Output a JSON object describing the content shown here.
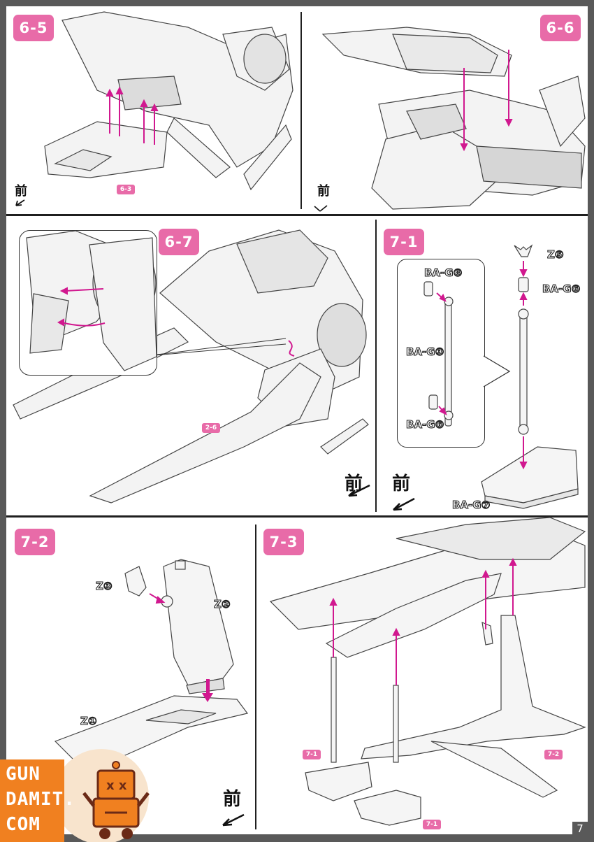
{
  "page": {
    "number": "7"
  },
  "colors": {
    "accent": "#e86ba8",
    "arrow": "#d1188f",
    "line": "#1f1f1f"
  },
  "front_label": "前",
  "steps": {
    "s6_5": {
      "label": "6-5",
      "ref": "6-3"
    },
    "s6_6": {
      "label": "6-6"
    },
    "s6_7": {
      "label": "6-7",
      "ref": "2-6"
    },
    "s7_1": {
      "label": "7-1",
      "parts": {
        "z5": "Z⑤",
        "bag6_top": "BA-G⑥",
        "bag8": "BA-G⑧",
        "bag3": "BA-G③",
        "bag6_inset": "BA-G⑥",
        "bag7": "BA-G⑦"
      }
    },
    "s7_2": {
      "label": "7-2",
      "parts": {
        "z3": "Z③",
        "z2": "Z②",
        "z1": "Z①"
      }
    },
    "s7_3": {
      "label": "7-3",
      "refs": [
        "7-1",
        "7-2",
        "7-1"
      ]
    }
  },
  "watermark": {
    "line1": "GUN",
    "line2": "DAMIT.",
    "line3": "COM"
  }
}
